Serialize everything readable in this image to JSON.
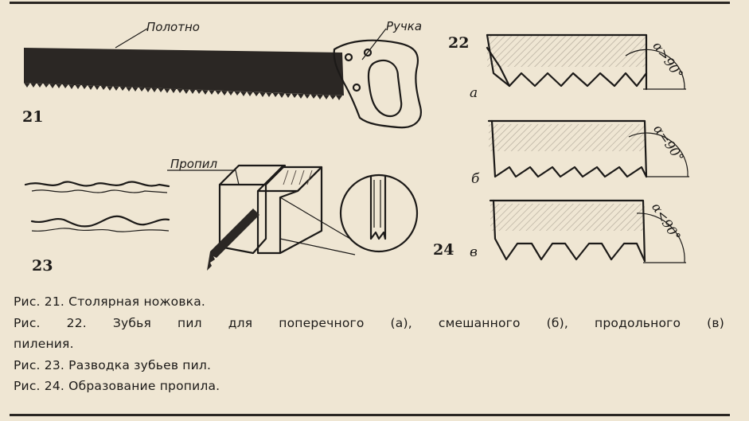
{
  "figures": {
    "fig21": {
      "number": "21",
      "blade_label": "Полотно",
      "handle_label": "Ручка"
    },
    "fig22": {
      "number": "22",
      "rows": [
        {
          "letter": "а",
          "angle": "α>90°"
        },
        {
          "letter": "б",
          "angle": "α=90°"
        },
        {
          "letter": "в",
          "angle": "α<90°"
        }
      ]
    },
    "fig23": {
      "number": "23"
    },
    "fig24": {
      "number": "24",
      "kerf_label": "Пропил"
    }
  },
  "captions": [
    "Рис. 21. Столярная ножовка.",
    "Рис. 22. Зубья пил для поперечного (а), смешанного (б), продольного (в)",
    "пиления.",
    "Рис. 23. Разводка зубьев пил.",
    "Рис. 24. Образование пропила."
  ],
  "colors": {
    "paper": "#efe6d3",
    "ink": "#1c1a18"
  }
}
